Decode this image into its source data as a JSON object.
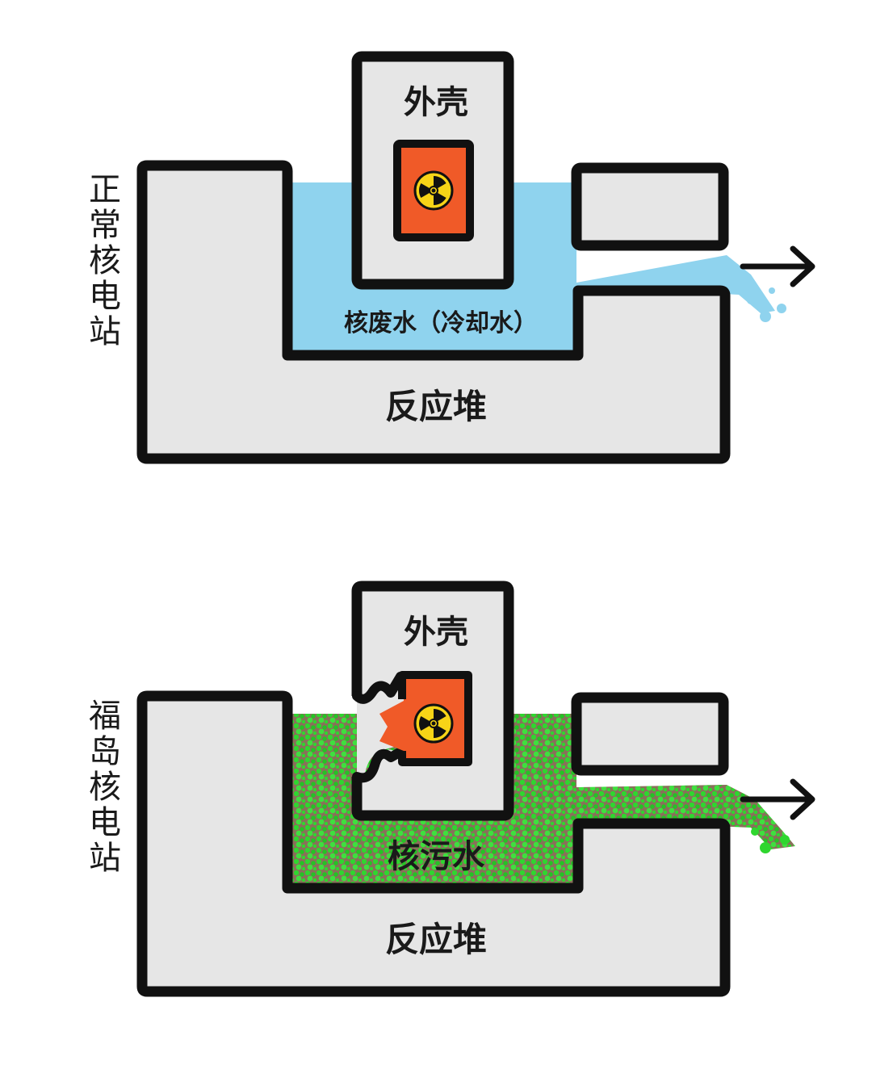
{
  "colors": {
    "outline": "#111111",
    "structure_fill": "#e6e6e6",
    "core_fill": "#f05a28",
    "symbol_fill": "#f7d417",
    "clean_water": "#8fd3ee",
    "contaminated_green": "#2fd62f",
    "contaminated_brown": "#8a6f5a",
    "arrow": "#111111"
  },
  "normal_plant": {
    "side_label": [
      "正",
      "常",
      "核",
      "电",
      "站"
    ],
    "shell_label": "外壳",
    "water_label": "核废水（冷却水）",
    "reactor_label": "反应堆",
    "core_icon": "radiation-symbol-icon",
    "outflow_icon": "arrow-right-icon"
  },
  "fukushima_plant": {
    "side_label": [
      "福",
      "岛",
      "核",
      "电",
      "站"
    ],
    "shell_label": "外壳",
    "water_label": "核污水",
    "reactor_label": "反应堆",
    "core_icon": "radiation-symbol-icon",
    "outflow_icon": "arrow-right-icon"
  }
}
